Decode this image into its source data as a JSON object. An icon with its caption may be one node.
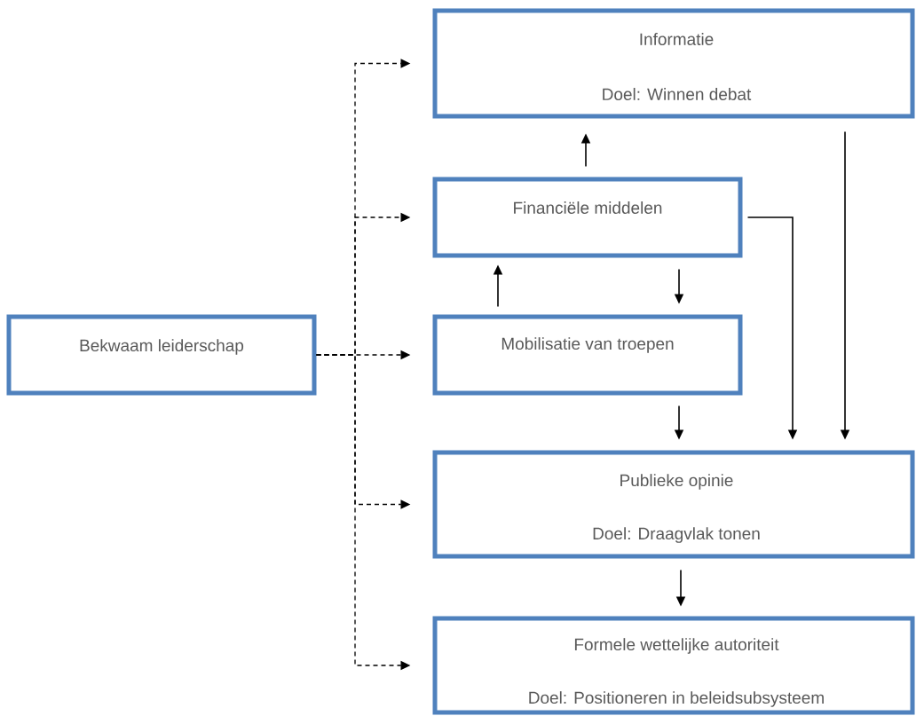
{
  "diagram": {
    "nodes": [
      {
        "text": [
          "Bekwaam leiderschap"
        ]
      },
      {
        "text": [
          "Informatie",
          "Doel: Winnen debat"
        ]
      },
      {
        "text": [
          "Financiële middelen"
        ]
      },
      {
        "text": [
          "Mobilisatie van troepen"
        ]
      },
      {
        "text": [
          "Publieke opinie",
          "Doel: Draagvlak tonen"
        ]
      },
      {
        "text": [
          "Formele wettelijke autoriteit",
          "Doel: Positioneren in beleidsubsysteem"
        ]
      }
    ],
    "edges": [
      {
        "from": 0,
        "to": 1,
        "arrow": "to",
        "style": "dashed"
      },
      {
        "from": 0,
        "to": 2,
        "arrow": "to",
        "style": "dashed"
      },
      {
        "from": 0,
        "to": 3,
        "arrow": "to",
        "style": "dashed"
      },
      {
        "from": 0,
        "to": 4,
        "arrow": "to",
        "style": "dashed"
      },
      {
        "from": 0,
        "to": 5,
        "arrow": "to",
        "style": "dashed"
      },
      {
        "from": 2,
        "to": 1,
        "arrow": "to"
      },
      {
        "from": 3,
        "to": 2,
        "arrow": "to"
      },
      {
        "from": 2,
        "to": 3,
        "arrow": "to"
      },
      {
        "from": 3,
        "to": 4,
        "arrow": "to"
      },
      {
        "from": 2,
        "to": 4,
        "arrow": "to"
      },
      {
        "from": 1,
        "to": 4,
        "arrow": "to"
      },
      {
        "from": 4,
        "to": 5,
        "arrow": "to"
      }
    ]
  }
}
